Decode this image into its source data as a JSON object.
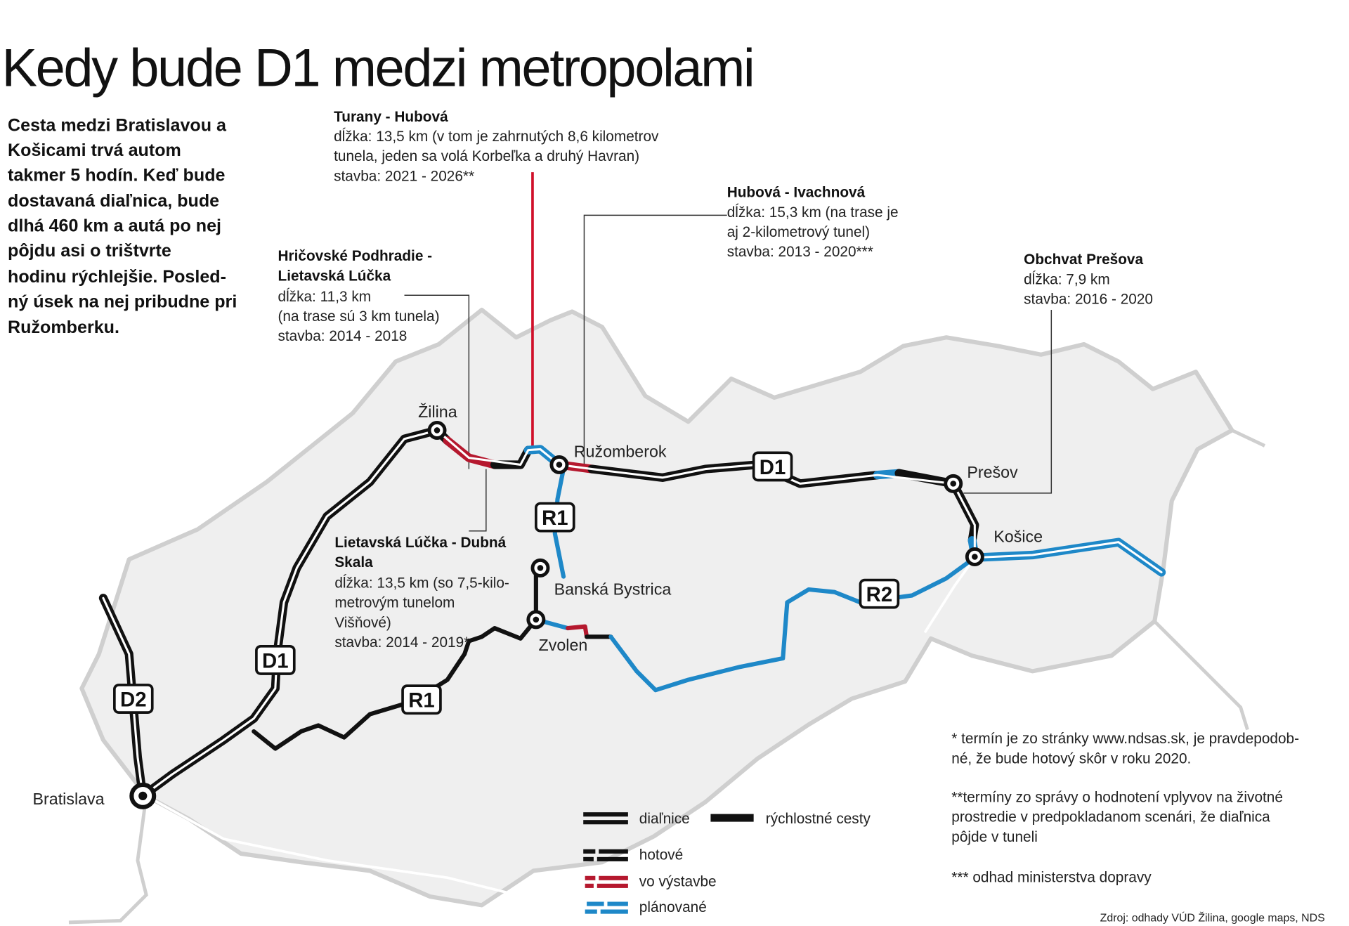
{
  "title": "Kedy bude D1 medzi metropolami",
  "intro": [
    "Cesta medzi Bratislavou a",
    "Košicami trvá autom",
    "takmer 5 hodín. Keď bude",
    "dostavaná diaľnica, bude",
    "dlhá 460 km a autá po nej",
    "pôjdu asi o trištvrte",
    "hodinu rýchlejšie. Posled-",
    "ný úsek na nej pribudne pri",
    "Ružomberku."
  ],
  "callouts": {
    "turany": {
      "title": "Turany - Hubová",
      "lines": [
        "dĺžka: 13,5 km (v tom je zahrnutých 8,6 kilometrov",
        "tunela, jeden sa volá Korbeľka a druhý Havran)",
        "stavba: 2021 - 2026**"
      ]
    },
    "hubova": {
      "title": "Hubová - Ivachnová",
      "lines": [
        "dĺžka: 15,3 km (na trase je",
        "aj 2-kilometrový tunel)",
        "stavba: 2013 - 2020***"
      ]
    },
    "hricovske": {
      "title": [
        "Hričovské Podhradie -",
        "Lietavská Lúčka"
      ],
      "lines": [
        "dĺžka: 11,3 km",
        "(na trase sú 3 km tunela)",
        "stavba: 2014 - 2018"
      ]
    },
    "presov": {
      "title": "Obchvat Prešova",
      "lines": [
        "dĺžka: 7,9 km",
        "stavba: 2016 - 2020"
      ]
    },
    "lietavska": {
      "title": [
        "Lietavská Lúčka - Dubná",
        "Skala"
      ],
      "lines": [
        "dĺžka:  13,5 km  (so 7,5-kilo-",
        "metrovým tunelom",
        "Višňové)",
        "stavba: 2014 - 2019*"
      ]
    }
  },
  "cities": {
    "bratislava": "Bratislava",
    "zilina": "Žilina",
    "ruzomberok": "Ružomberok",
    "presov": "Prešov",
    "kosice": "Košice",
    "banska_bystrica": "Banská Bystrica",
    "zvolen": "Zvolen"
  },
  "road_labels": {
    "d1": "D1",
    "d2": "D2",
    "r1": "R1",
    "r2": "R2"
  },
  "legend": {
    "motorways": "diaľnice",
    "expressways": "rýchlostné cesty",
    "done": "hotové",
    "under_construction": "vo výstavbe",
    "planned": "plánované"
  },
  "notes": [
    "* termín je zo stránky www.ndsas.sk, je pravdepodob-",
    "né, že bude hotový skôr v roku 2020.",
    "**termíny zo správy o hodnotení vplyvov na životné",
    "prostredie v predpokladanom scenári, že diaľnica",
    "pôjde v tuneli",
    "*** odhad ministerstva dopravy"
  ],
  "source": "Zdroj: odhady VÚD Žilina, google maps, NDS",
  "colors": {
    "done": "#111111",
    "under_construction": "#b5182e",
    "planned": "#1e88c8",
    "land": "#efefef",
    "border": "#cfcfcf"
  }
}
